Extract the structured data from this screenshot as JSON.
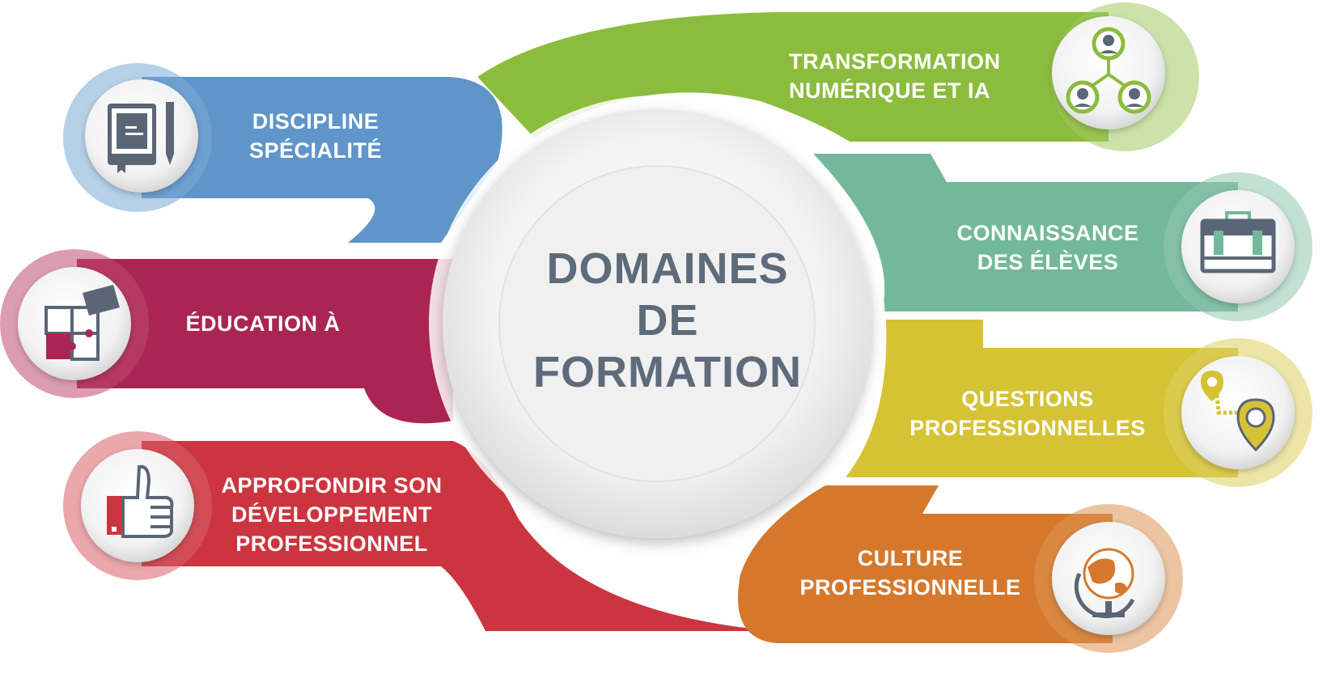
{
  "center": {
    "title_lines": [
      "DOMAINES",
      "DE",
      "FORMATION"
    ]
  },
  "domains": [
    {
      "id": "discipline",
      "lines": [
        "DISCIPLINE",
        "SPÉCIALITÉ"
      ],
      "color": "#5f95c9",
      "icon": "book-pencil-icon"
    },
    {
      "id": "education",
      "lines": [
        "ÉDUCATION À"
      ],
      "color": "#aa2553",
      "icon": "puzzle-icon"
    },
    {
      "id": "approfondir",
      "lines": [
        "APPROFONDIR SON",
        "DÉVELOPPEMENT",
        "PROFESSIONNEL"
      ],
      "color": "#cc3540",
      "icon": "thumbs-up-icon"
    },
    {
      "id": "transformation",
      "lines": [
        "TRANSFORMATION",
        "NUMÉRIQUE ET IA"
      ],
      "color": "#8cbc3d",
      "icon": "network-people-icon"
    },
    {
      "id": "connaissance",
      "lines": [
        "CONNAISSANCE",
        "DES ÉLÈVES"
      ],
      "color": "#74b89c",
      "icon": "briefcase-icon"
    },
    {
      "id": "questions",
      "lines": [
        "QUESTIONS",
        "PROFESSIONNELLES"
      ],
      "color": "#d5c335",
      "icon": "map-route-icon"
    },
    {
      "id": "culture",
      "lines": [
        "CULTURE",
        "PROFESSIONNELLE"
      ],
      "color": "#d6782c",
      "icon": "globe-icon"
    }
  ]
}
